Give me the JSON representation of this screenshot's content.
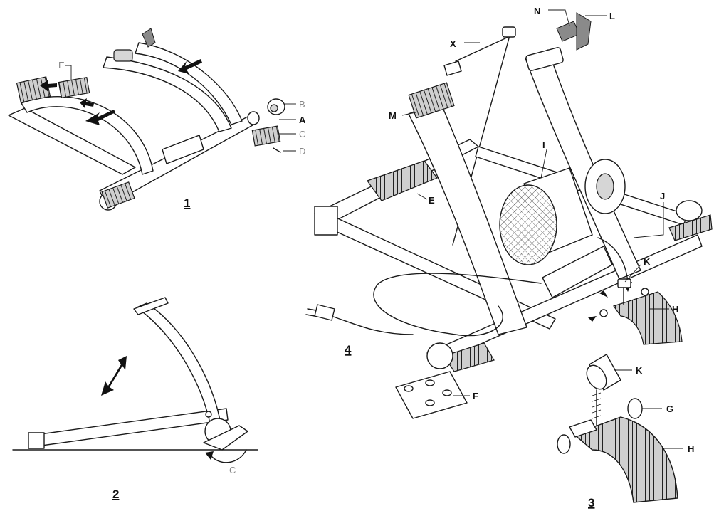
{
  "figures": [
    {
      "id": "1",
      "label": "1"
    },
    {
      "id": "2",
      "label": "2"
    },
    {
      "id": "3",
      "label": "3"
    },
    {
      "id": "4",
      "label": "4"
    }
  ],
  "part_labels": {
    "fig1": {
      "E": "E",
      "B": "B",
      "A": "A",
      "C": "C",
      "D": "D"
    },
    "fig2": {
      "C": "C"
    },
    "fig3": {
      "K": "K",
      "G": "G",
      "H": "H"
    },
    "fig4": {
      "N": "N",
      "L": "L",
      "X": "X",
      "M": "M",
      "I": "I",
      "E": "E",
      "J": "J",
      "K": "K",
      "H": "H",
      "F": "F"
    }
  },
  "colors": {
    "line": "#1a1a1a",
    "shade": "#d6d6d6",
    "dark": "#8a8a8a",
    "background": "#ffffff"
  }
}
